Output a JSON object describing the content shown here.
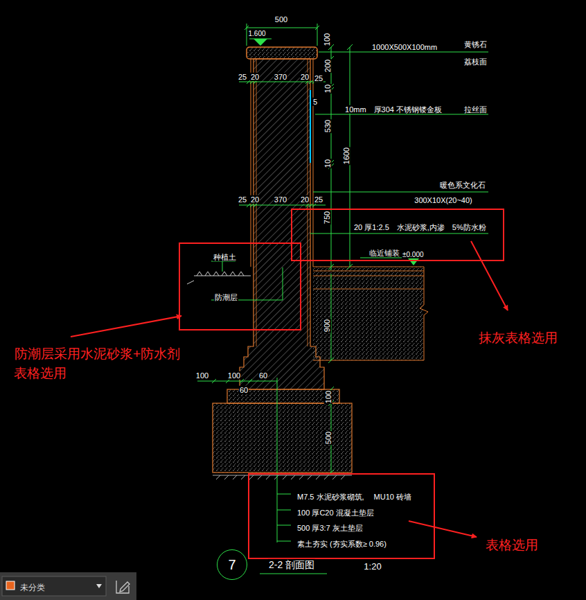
{
  "diagram": {
    "nodes": [
      {
        "text": [
          "20 厚1:2.5　水泥砂浆,内渗　5%防水粉",
          "临近铺装",
          "±0.000"
        ]
      },
      {
        "text": [
          "种植土",
          "防潮层"
        ]
      },
      {
        "text": [
          "M7.5 水泥砂浆砌筑,　 MU10 砖墙",
          "100 厚C20 混凝土垫层",
          "500 厚3:7 灰土垫层",
          "素土夯实 (夯实系数≥ 0.96)"
        ]
      },
      {
        "text": [
          "7"
        ]
      },
      {
        "text": [
          "未分类"
        ]
      }
    ],
    "labels": [
      "500",
      "1.600",
      "100",
      "1000X500X100mm",
      "黄锈石",
      "荔枝面",
      "25",
      "20",
      "370",
      "20",
      "25",
      "200",
      "10",
      "5",
      "10mm　厚304 不锈钢镂金板",
      "拉丝面",
      "530",
      "1600",
      "10",
      "暖色系文化石",
      "300X10X(20~40)",
      "25",
      "20",
      "370",
      "20",
      "25",
      "750",
      "900",
      "100",
      "100",
      "60",
      "60",
      "100",
      "500",
      "2-2 剖面图",
      "1:20",
      "防潮层采用水泥砂浆+防水剂 表格选用",
      "抹灰表格选用",
      "表格选用"
    ]
  }
}
